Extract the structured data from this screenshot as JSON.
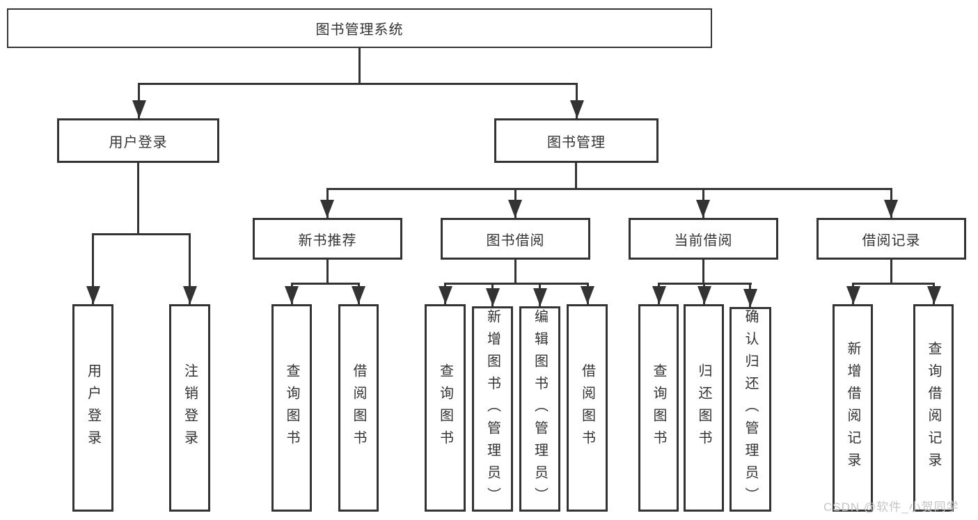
{
  "diagram": {
    "title": "图书管理系统",
    "type": "hierarchy-flowchart",
    "colors": {
      "line": "#333333",
      "border": "#333333",
      "text": "#333333",
      "background": "#ffffff",
      "watermark": "#c5c5c5"
    },
    "nodes": {
      "root": "图书管理系统",
      "user_login": "用户登录",
      "book_mgmt": "图书管理",
      "new_book_rec": "新书推荐",
      "book_borrow": "图书借阅",
      "current_borrow": "当前借阅",
      "borrow_record": "借阅记录",
      "leaf_user_login": "用户登录",
      "leaf_logout": "注销登录",
      "leaf_query_book_1": "查询图书",
      "leaf_borrow_book_1": "借阅图书",
      "leaf_query_book_2": "查询图书",
      "leaf_add_book": "新增图书（管理员）",
      "leaf_edit_book": "编辑图书（管理员）",
      "leaf_borrow_book_2": "借阅图书",
      "leaf_query_book_3": "查询图书",
      "leaf_return_book": "归还图书",
      "leaf_confirm_return": "确认归还（管理员）",
      "leaf_add_record": "新增借阅记录",
      "leaf_query_record": "查询借阅记录"
    },
    "edges": [
      [
        "root",
        "user_login"
      ],
      [
        "root",
        "book_mgmt"
      ],
      [
        "user_login",
        "leaf_user_login"
      ],
      [
        "user_login",
        "leaf_logout"
      ],
      [
        "book_mgmt",
        "new_book_rec"
      ],
      [
        "book_mgmt",
        "book_borrow"
      ],
      [
        "book_mgmt",
        "current_borrow"
      ],
      [
        "book_mgmt",
        "borrow_record"
      ],
      [
        "new_book_rec",
        "leaf_query_book_1"
      ],
      [
        "new_book_rec",
        "leaf_borrow_book_1"
      ],
      [
        "book_borrow",
        "leaf_query_book_2"
      ],
      [
        "book_borrow",
        "leaf_add_book"
      ],
      [
        "book_borrow",
        "leaf_edit_book"
      ],
      [
        "book_borrow",
        "leaf_borrow_book_2"
      ],
      [
        "current_borrow",
        "leaf_query_book_3"
      ],
      [
        "current_borrow",
        "leaf_return_book"
      ],
      [
        "current_borrow",
        "leaf_confirm_return"
      ],
      [
        "borrow_record",
        "leaf_add_record"
      ],
      [
        "borrow_record",
        "leaf_query_record"
      ]
    ],
    "watermark": "CSDN @软件_小贺同学"
  }
}
